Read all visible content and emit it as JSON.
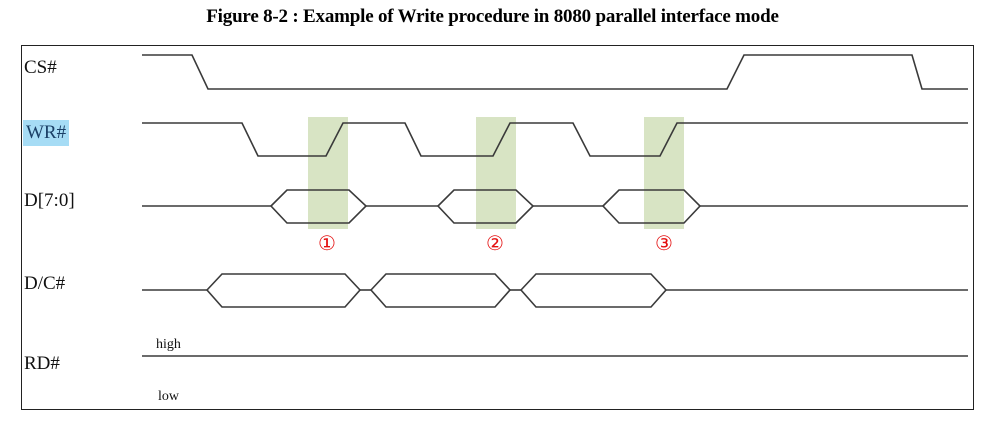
{
  "figure": {
    "title": "Figure 8-2 : Example of Write procedure in 8080 parallel interface mode"
  },
  "signals": [
    {
      "name": "CS#",
      "highlighted": false
    },
    {
      "name": "WR#",
      "highlighted": true
    },
    {
      "name": "D[7:0]",
      "highlighted": false
    },
    {
      "name": "D/C#",
      "highlighted": false
    },
    {
      "name": "RD#",
      "highlighted": false
    }
  ],
  "rd_levels": {
    "high": "high",
    "low": "low"
  },
  "markers": [
    "①",
    "②",
    "③"
  ],
  "colors": {
    "line": "#3a3a3a",
    "highlight_band": "#d8e4c4",
    "marker": "#e41010",
    "label_highlight": "#a6dcf5"
  },
  "chart_data": {
    "type": "timing-diagram",
    "title": "Figure 8-2 : Example of Write procedure in 8080 parallel interface mode",
    "signals": [
      {
        "name": "CS#",
        "sequence": [
          "high",
          "low",
          "high",
          "low"
        ]
      },
      {
        "name": "WR#",
        "sequence": [
          "high",
          "low",
          "high",
          "low",
          "high",
          "low",
          "high"
        ],
        "latch_edges": [
          "rising-1",
          "rising-2",
          "rising-3"
        ]
      },
      {
        "name": "D[7:0]",
        "sequence": [
          "idle",
          "valid",
          "idle",
          "valid",
          "idle",
          "valid",
          "idle"
        ]
      },
      {
        "name": "D/C#",
        "sequence": [
          "idle",
          "valid",
          "valid",
          "valid",
          "idle"
        ]
      },
      {
        "name": "RD#",
        "sequence": [
          "high"
        ]
      }
    ],
    "annotations": [
      "①",
      "②",
      "③"
    ]
  }
}
